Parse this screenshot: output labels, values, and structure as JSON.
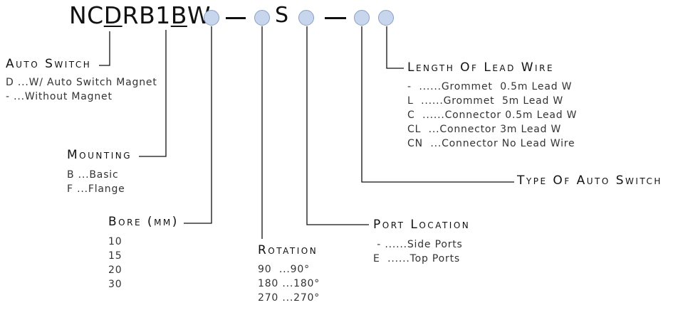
{
  "model": {
    "prefix": "NC",
    "d": "D",
    "rb1": "RB1",
    "b": "B",
    "w": "W",
    "s": "S"
  },
  "auto_switch": {
    "title": "Auto Switch",
    "items": [
      "D ...W/ Auto Switch Magnet",
      "- ...Without Magnet"
    ]
  },
  "mounting": {
    "title": "Mounting",
    "items": [
      "B ...Basic",
      "F ...Flange"
    ]
  },
  "bore": {
    "title": "Bore (mm)",
    "items": [
      "10",
      "15",
      "20",
      "30"
    ]
  },
  "rotation": {
    "title": "Rotation",
    "items": [
      "90  ...90°",
      "180 ...180°",
      "270 ...270°"
    ]
  },
  "port_location": {
    "title": "Port Location",
    "items": [
      " - ......Side Ports",
      "E  ......Top Ports"
    ]
  },
  "type_auto_switch": {
    "title": "Type Of Auto Switch"
  },
  "lead_wire": {
    "title": "Length Of Lead Wire",
    "items": [
      "-  ......Grommet  0.5m Lead W",
      "L  ......Grommet  5m Lead W",
      "C  ......Connector 0.5m Lead W",
      "CL  ...Connector 3m Lead W",
      "CN  ...Connector No Lead Wire"
    ]
  },
  "colors": {
    "circle_fill": "#c7d6ec",
    "circle_border": "#8aa0c2",
    "line": "#111111"
  }
}
